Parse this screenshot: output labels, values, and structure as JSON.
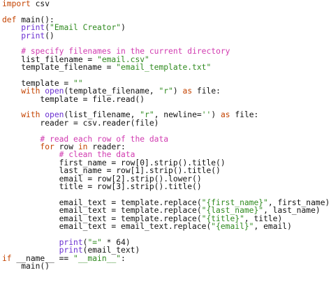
{
  "colors": {
    "background": "#ffffff",
    "text": "#111111",
    "keyword": "#c44300",
    "string": "#2f8a1f",
    "comment": "#d13bb0",
    "builtin": "#6a2fd1"
  },
  "code": {
    "lines": [
      [
        {
          "t": "kw",
          "v": "import"
        },
        {
          "t": "tx",
          "v": " csv"
        }
      ],
      [],
      [
        {
          "t": "kw",
          "v": "def"
        },
        {
          "t": "tx",
          "v": " main():"
        }
      ],
      [
        {
          "t": "tx",
          "v": "    "
        },
        {
          "t": "bi",
          "v": "print"
        },
        {
          "t": "tx",
          "v": "("
        },
        {
          "t": "str",
          "v": "\"Email Creator\""
        },
        {
          "t": "tx",
          "v": ")"
        }
      ],
      [
        {
          "t": "tx",
          "v": "    "
        },
        {
          "t": "bi",
          "v": "print"
        },
        {
          "t": "tx",
          "v": "()"
        }
      ],
      [],
      [
        {
          "t": "tx",
          "v": "    "
        },
        {
          "t": "cm",
          "v": "# specify filenames in the current directory"
        }
      ],
      [
        {
          "t": "tx",
          "v": "    list_filename = "
        },
        {
          "t": "str",
          "v": "\"email.csv\""
        }
      ],
      [
        {
          "t": "tx",
          "v": "    template_filename = "
        },
        {
          "t": "str",
          "v": "\"email_template.txt\""
        }
      ],
      [],
      [
        {
          "t": "tx",
          "v": "    template = "
        },
        {
          "t": "str",
          "v": "\"\""
        }
      ],
      [
        {
          "t": "tx",
          "v": "    "
        },
        {
          "t": "kw",
          "v": "with"
        },
        {
          "t": "tx",
          "v": " "
        },
        {
          "t": "bi",
          "v": "open"
        },
        {
          "t": "tx",
          "v": "(template_filename, "
        },
        {
          "t": "str",
          "v": "\"r\""
        },
        {
          "t": "tx",
          "v": ") "
        },
        {
          "t": "kw",
          "v": "as"
        },
        {
          "t": "tx",
          "v": " file:"
        }
      ],
      [
        {
          "t": "tx",
          "v": "        template = file.read()"
        }
      ],
      [],
      [
        {
          "t": "tx",
          "v": "    "
        },
        {
          "t": "kw",
          "v": "with"
        },
        {
          "t": "tx",
          "v": " "
        },
        {
          "t": "bi",
          "v": "open"
        },
        {
          "t": "tx",
          "v": "(list_filename, "
        },
        {
          "t": "str",
          "v": "\"r\""
        },
        {
          "t": "tx",
          "v": ", newline="
        },
        {
          "t": "str",
          "v": "''"
        },
        {
          "t": "tx",
          "v": ") "
        },
        {
          "t": "kw",
          "v": "as"
        },
        {
          "t": "tx",
          "v": " file:"
        }
      ],
      [
        {
          "t": "tx",
          "v": "        reader = csv.reader(file)"
        }
      ],
      [],
      [
        {
          "t": "tx",
          "v": "        "
        },
        {
          "t": "cm",
          "v": "# read each row of the data"
        }
      ],
      [
        {
          "t": "tx",
          "v": "        "
        },
        {
          "t": "kw",
          "v": "for"
        },
        {
          "t": "tx",
          "v": " row "
        },
        {
          "t": "kw",
          "v": "in"
        },
        {
          "t": "tx",
          "v": " reader:"
        }
      ],
      [
        {
          "t": "tx",
          "v": "            "
        },
        {
          "t": "cm",
          "v": "# clean the data"
        }
      ],
      [
        {
          "t": "tx",
          "v": "            first_name = row[0].strip().title()"
        }
      ],
      [
        {
          "t": "tx",
          "v": "            last_name = row[1].strip().title()"
        }
      ],
      [
        {
          "t": "tx",
          "v": "            email = row[2].strip().lower()"
        }
      ],
      [
        {
          "t": "tx",
          "v": "            title = row[3].strip().title()"
        }
      ],
      [],
      [
        {
          "t": "tx",
          "v": "            email_text = template.replace("
        },
        {
          "t": "str",
          "v": "\"{first_name}\""
        },
        {
          "t": "tx",
          "v": ", first_name)"
        }
      ],
      [
        {
          "t": "tx",
          "v": "            email_text = template.replace("
        },
        {
          "t": "str",
          "v": "\"{last_name}\""
        },
        {
          "t": "tx",
          "v": ", last_name)"
        }
      ],
      [
        {
          "t": "tx",
          "v": "            email_text = template.replace("
        },
        {
          "t": "str",
          "v": "\"{title}\""
        },
        {
          "t": "tx",
          "v": ", title)"
        }
      ],
      [
        {
          "t": "tx",
          "v": "            email_text = email_text.replace("
        },
        {
          "t": "str",
          "v": "\"{email}\""
        },
        {
          "t": "tx",
          "v": ", email)"
        }
      ],
      [],
      [
        {
          "t": "tx",
          "v": "            "
        },
        {
          "t": "bi",
          "v": "print"
        },
        {
          "t": "tx",
          "v": "("
        },
        {
          "t": "str",
          "v": "\"=\""
        },
        {
          "t": "tx",
          "v": " * 64)"
        }
      ],
      [
        {
          "t": "tx",
          "v": "            "
        },
        {
          "t": "bi",
          "v": "print"
        },
        {
          "t": "tx",
          "v": "(email_text)"
        }
      ],
      [
        {
          "t": "kw",
          "v": "if"
        },
        {
          "t": "tx",
          "v": " __name__ == "
        },
        {
          "t": "str",
          "v": "\"__main__\""
        },
        {
          "t": "tx",
          "v": ":"
        }
      ],
      [
        {
          "t": "tx",
          "v": "    main()"
        }
      ]
    ]
  }
}
